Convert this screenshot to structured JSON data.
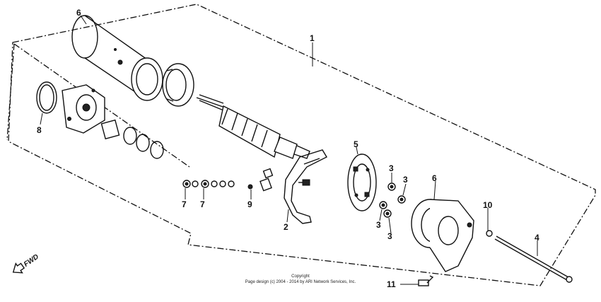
{
  "diagram": {
    "callouts": {
      "c1": "1",
      "c2": "2",
      "c3a": "3",
      "c3b": "3",
      "c3c": "3",
      "c3d": "3",
      "c4": "4",
      "c5": "5",
      "c6a": "6",
      "c6b": "6",
      "c7a": "7",
      "c7b": "7",
      "c8": "8",
      "c9": "9",
      "c10": "10",
      "c11": "11"
    },
    "direction_label": "FWD",
    "copyright_line1": "Copyright",
    "copyright_line2": "Page design (c) 2004 - 2014 by ARI Network Services, Inc."
  }
}
